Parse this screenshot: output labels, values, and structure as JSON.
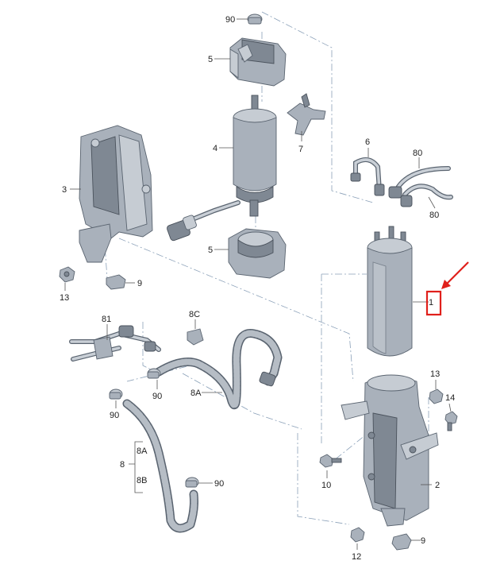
{
  "labels": {
    "l90_top": "90",
    "l5_top": "5",
    "l7": "7",
    "l4": "4",
    "l3": "3",
    "l6": "6",
    "l80_a": "80",
    "l80_b": "80",
    "l5_bottom": "5",
    "l13_left": "13",
    "l9_left": "9",
    "l1": "1",
    "l81": "81",
    "l8C": "8C",
    "l8A_hose": "8A",
    "l90_mid": "90",
    "l90_left": "90",
    "l13_right": "13",
    "l14": "14",
    "l8": "8",
    "l8A_group": "8A",
    "l8B": "8B",
    "l90_bottom": "90",
    "l10": "10",
    "l2": "2",
    "l12": "12",
    "l9_bottom": "9"
  },
  "highlight": {
    "target_label": "1",
    "box_color": "#e0201b",
    "arrow_color": "#e0201b"
  },
  "icons": {
    "pointer": "red-arrow-icon"
  }
}
